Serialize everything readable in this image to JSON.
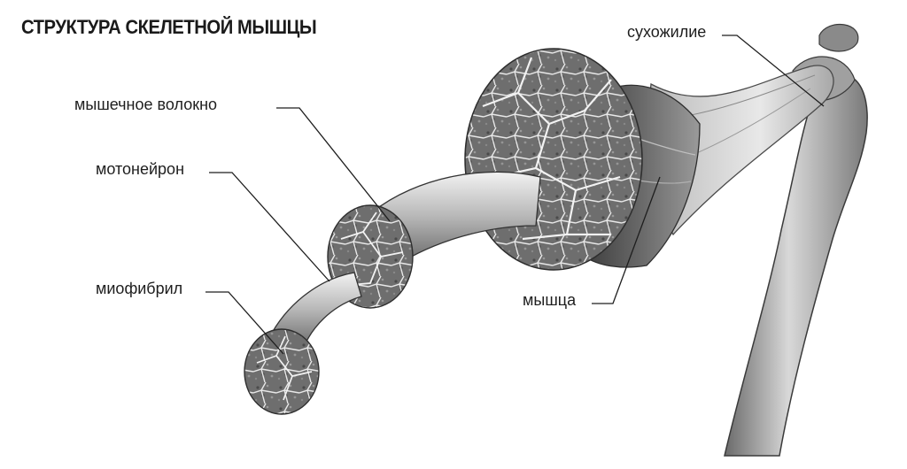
{
  "title": "СТРУКТУРА СКЕЛЕТНОЙ МЫШЦЫ",
  "labels": {
    "muscle_fiber": "мышечное волокно",
    "motor_neuron": "мотонейрон",
    "myofibril": "миофибрил",
    "muscle": "мышца",
    "tendon": "сухожилие"
  },
  "colors": {
    "ink": "#1e1e1e",
    "muscle_dark": "#5a5a5a",
    "muscle_mid": "#8a8a8a",
    "muscle_light": "#c8c8c8",
    "bone": "#9a9a9a",
    "bone_light": "#dcdcdc",
    "cell_line": "#f2f2f2"
  }
}
